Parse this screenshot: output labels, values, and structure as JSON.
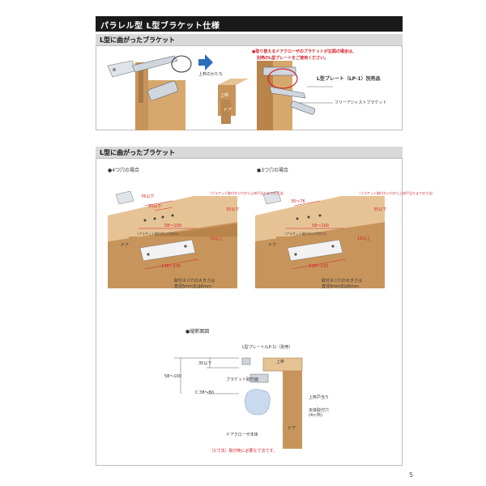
{
  "page": {
    "title": "パラレル型 L型ブラケット仕様",
    "page_number": "5"
  },
  "section1": {
    "heading": "L型に曲がったブラケット",
    "label_kamiwaku_katachi": "上枠のかたち",
    "label_kamiwaku": "上枠",
    "label_door": "ドア",
    "note_line1": "●取り替えるドアクローザのブラケットが左図の場合は、",
    "note_line2": "別売のL型プレートをご使用ください。",
    "plate_label": "L型プレート（LP-1）別売品",
    "free_adjust_label": "フリーアジャストブラケット"
  },
  "section2": {
    "heading": "L型に曲がったブラケット",
    "four_hole": {
      "title": "●4つ穴の場合",
      "dim_top": "76以下",
      "dim_mid": "58〜100",
      "dim_small": "30以下",
      "note_bracket": "（ブラケット取付ネジ穴から）",
      "note_side": "（ブラケット取付ネジ穴から上枠戸当りまでの寸法）",
      "dim_right": "35以下",
      "dim_right2": "19以上",
      "dim_bottom": "138〜230",
      "door_label": "ドア",
      "screw_note1": "取付ネジ穴の大きさは",
      "screw_note2": "直径5mm又は6mm"
    },
    "three_hole": {
      "title": "●3つ穴の場合",
      "dim_top": "35〜76",
      "dim_mid": "58〜100",
      "note_bracket": "（ブラケット取付ネジ穴から）",
      "note_side": "（ブラケット取付ネジ穴から上枠戸当りまでの寸法）",
      "dim_right": "35以下",
      "dim_right2": "19以上",
      "dim_bottom": "138〜230",
      "door_label": "ドア",
      "screw_note1": "取付ネジ穴の大きさは",
      "screw_note2": "直径5mm又は6mm"
    },
    "section_view": {
      "title": "●縦断面図",
      "plate_label": "L型プレート(LP-1)（別売）",
      "kamiwaku": "上枠",
      "dim_35": "35以下",
      "dim_58": "58〜100",
      "bracket_mount": "ブラケット取付面",
      "dim_c": "C:38〜80",
      "kamiwaku_toatari": "上枠戸当り",
      "body_hole1": "本体取付穴",
      "body_hole2": "(4ヶ所)",
      "closer_body": "ドアクローザ本体",
      "door_label": "ドア",
      "c_note": "［C寸法］取付時に必要な寸法です。"
    }
  },
  "colors": {
    "wood": "#c7955b",
    "wood_dark": "#a87a45",
    "frame_light": "#e6c395",
    "metal": "#cfd6de",
    "accent_red": "#d3232a",
    "closer_blue": "#c9d9ee"
  }
}
